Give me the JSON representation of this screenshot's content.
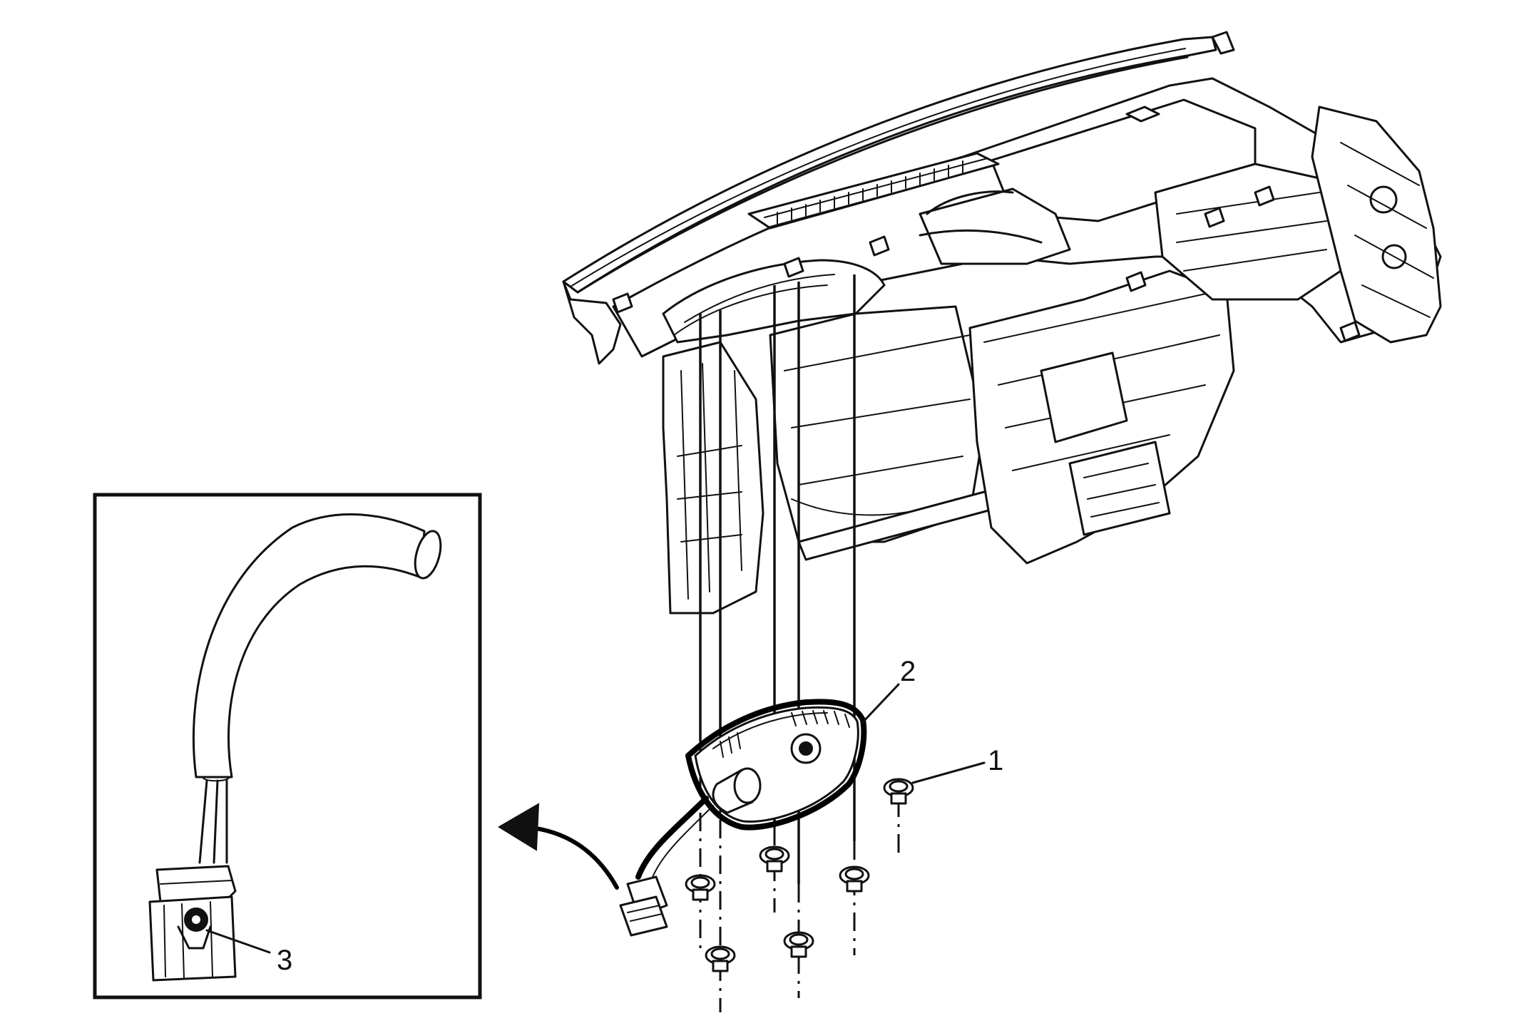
{
  "figure": {
    "callouts": [
      {
        "id": "1",
        "label": "1"
      },
      {
        "id": "2",
        "label": "2"
      },
      {
        "id": "3",
        "label": "3"
      }
    ],
    "colors": {
      "line": "#111111",
      "background": "#ffffff"
    },
    "icons": {
      "arrow": "curved-arrow-icon"
    }
  }
}
